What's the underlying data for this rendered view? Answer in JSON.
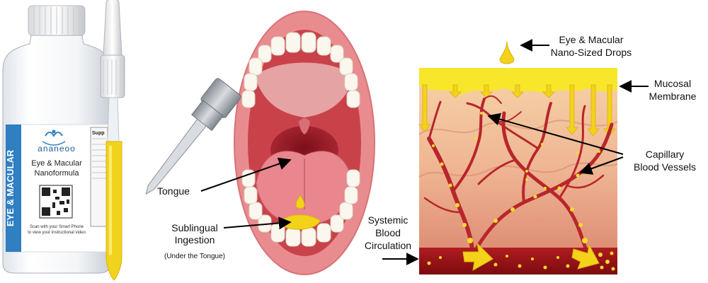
{
  "bottle": {
    "side_text": "EYE & MACULAR",
    "brand": "ananeoo",
    "product_line1": "Eye & Macular",
    "product_line2": "Nanoformula",
    "scan_line1": "Scan with your Smart Phone",
    "scan_line2": "to view your instructional video",
    "side_panel_label": "Supp"
  },
  "labels": {
    "tongue": "Tongue",
    "sublingual_line1": "Sublingual",
    "sublingual_line2": "Ingestion",
    "under_tongue": "(Under the Tongue)",
    "systemic_line1": "Systemic",
    "systemic_line2": "Blood",
    "systemic_line3": "Circulation",
    "drops_line1": "Eye & Macular",
    "drops_line2": "Nano-Sized Drops",
    "mucosal_line1": "Mucosal",
    "mucosal_line2": "Membrane",
    "capillary_line1": "Capillary",
    "capillary_line2": "Blood Vessels"
  },
  "colors": {
    "drop_yellow": "#f4d21a",
    "lip_pink": "#e8858a",
    "tissue": "#f1b493",
    "vessel_red": "#b8262c",
    "blood_band": "#a8141b"
  }
}
